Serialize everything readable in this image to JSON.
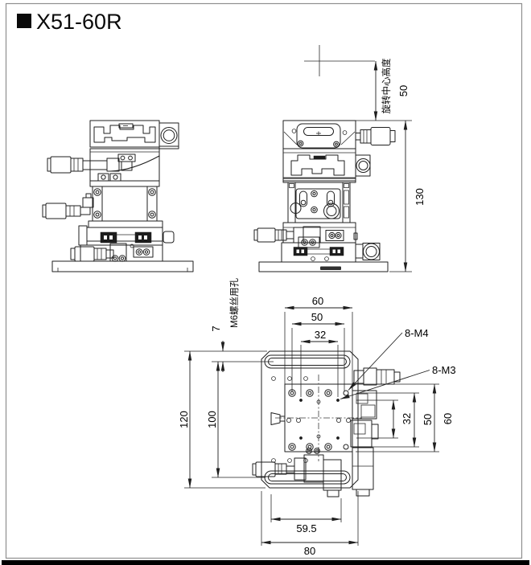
{
  "title": {
    "model": "X51-60R"
  },
  "annotations": {
    "rotation_center_label": "旋转中心高度",
    "rotation_center_height": "50",
    "overall_height": "130",
    "top_width_outer": "60",
    "top_width_mid": "50",
    "top_width_inner": "32",
    "edge_to_slot": "7",
    "m6_slot_label": "M6螺丝用孔",
    "plate_length_outer": "120",
    "plate_length_inner": "100",
    "m4_holes": "8-M4",
    "m3_holes": "8-M3",
    "right_height_inner": "32",
    "right_height_mid": "50",
    "right_height_outer": "60",
    "bottom_width_inner": "59.5",
    "bottom_width_outer": "80"
  }
}
